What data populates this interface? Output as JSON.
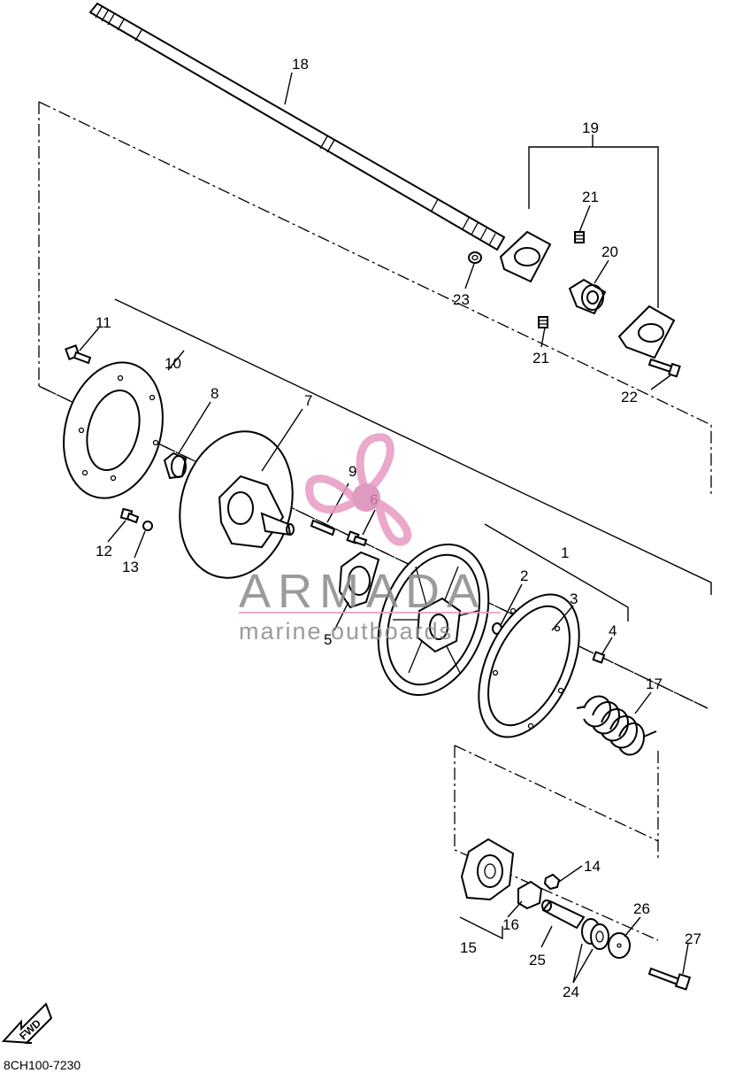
{
  "diagram": {
    "drawing_code": "8CH100-7230",
    "direction_tag": "FWD",
    "callouts": {
      "c1": "1",
      "c2": "2",
      "c3": "3",
      "c4": "4",
      "c5": "5",
      "c6": "6",
      "c7": "7",
      "c8": "8",
      "c9": "9",
      "c10": "10",
      "c11": "11",
      "c12": "12",
      "c13": "13",
      "c14": "14",
      "c15": "15",
      "c16": "16",
      "c17": "17",
      "c18": "18",
      "c19": "19",
      "c20": "20",
      "c21a": "21",
      "c21b": "21",
      "c22": "22",
      "c23": "23",
      "c24": "24",
      "c25": "25",
      "c26": "26",
      "c27": "27"
    }
  },
  "watermark": {
    "brand": "ARMADA",
    "tagline": "marine outboards",
    "colors": {
      "logo": "#e89ac2",
      "logo_dark": "#d06aa0",
      "text": "#8a8a8a"
    }
  }
}
